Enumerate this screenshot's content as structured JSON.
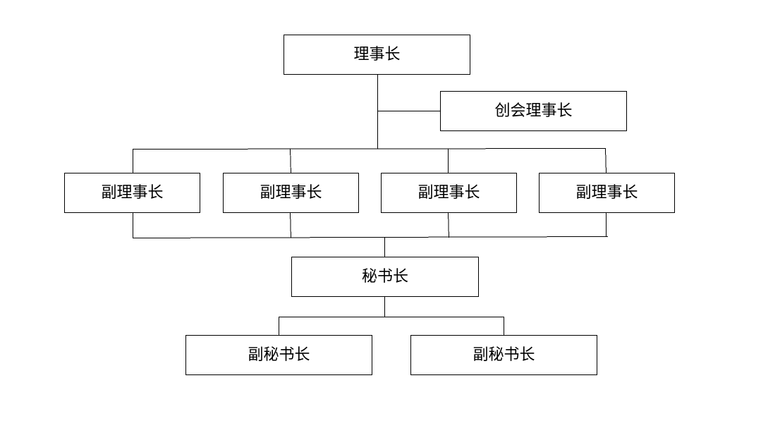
{
  "org_chart": {
    "chairman": {
      "label": "理事长"
    },
    "founding_chairman": {
      "label": "创会理事长"
    },
    "vice_chairmen": [
      {
        "label": "副理事长"
      },
      {
        "label": "副理事长"
      },
      {
        "label": "副理事长"
      },
      {
        "label": "副理事长"
      }
    ],
    "secretary_general": {
      "label": "秘书长"
    },
    "deputy_secretaries": [
      {
        "label": "副秘书长"
      },
      {
        "label": "副秘书长"
      }
    ]
  }
}
